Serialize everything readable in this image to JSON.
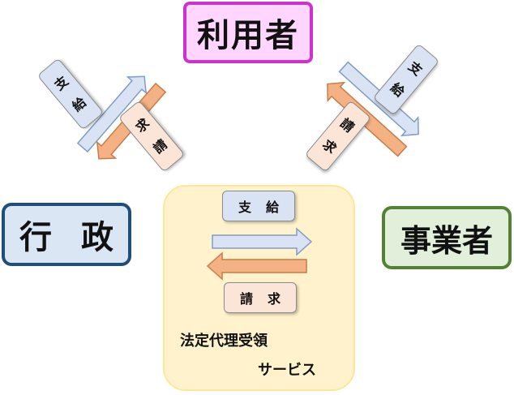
{
  "nodes": {
    "user": "利用者",
    "gov_left": "行",
    "gov_right": "政",
    "business": "事業者"
  },
  "labels": {
    "pay_left": "支",
    "pay_right": "給",
    "claim_left": "請",
    "claim_right": "求"
  },
  "center": {
    "line1": "法定代理受領",
    "line2": "サービス"
  },
  "colors": {
    "user_border": "#cc33cc",
    "gov_border": "#1f4e79",
    "business_border": "#548235",
    "pay_arrow": "#dae3f3",
    "claim_arrow": "#f4b183",
    "center_bg": "#fff2cc"
  }
}
